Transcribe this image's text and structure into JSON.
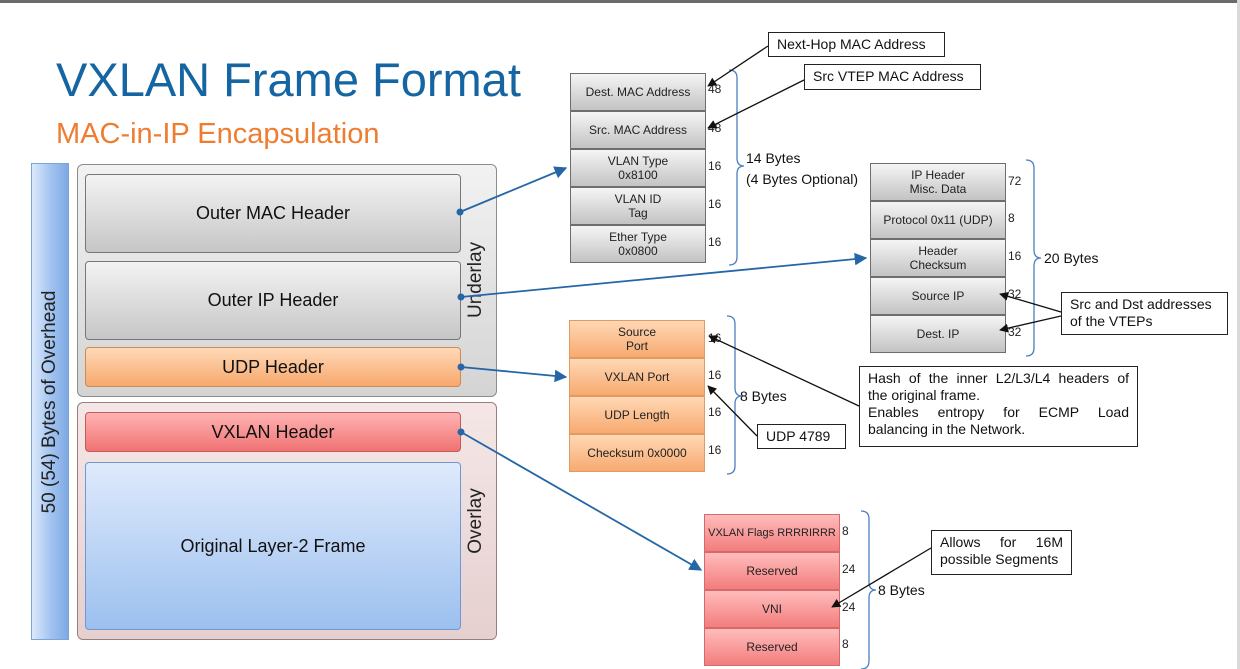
{
  "title": "VXLAN Frame Format",
  "subtitle": "MAC-in-IP Encapsulation",
  "overhead_label": "50 (54) Bytes of Overhead",
  "underlay_label": "Underlay",
  "overlay_label": "Overlay",
  "frame_blocks": {
    "outer_mac": "Outer MAC Header",
    "outer_ip": "Outer IP Header",
    "udp": "UDP Header",
    "vxlan": "VXLAN Header",
    "original": "Original Layer-2 Frame"
  },
  "mac_fields": [
    {
      "label": "Dest. MAC Address",
      "bits": "48"
    },
    {
      "label": "Src. MAC  Address",
      "bits": "48"
    },
    {
      "label": "VLAN Type\n0x8100",
      "bits": "16"
    },
    {
      "label": "VLAN ID\nTag",
      "bits": "16"
    },
    {
      "label": "Ether Type\n0x0800",
      "bits": "16"
    }
  ],
  "mac_size_line1": "14 Bytes",
  "mac_size_line2": "(4 Bytes Optional)",
  "ip_fields": [
    {
      "label": "IP Header\nMisc. Data",
      "bits": "72"
    },
    {
      "label": "Protocol 0x11 (UDP)",
      "bits": "8"
    },
    {
      "label": "Header\nChecksum",
      "bits": "16"
    },
    {
      "label": "Source IP",
      "bits": "32"
    },
    {
      "label": "Dest. IP",
      "bits": "32"
    }
  ],
  "ip_size": "20 Bytes",
  "udp_fields": [
    {
      "label": "Source\nPort",
      "bits": "16"
    },
    {
      "label": "VXLAN Port",
      "bits": "16"
    },
    {
      "label": "UDP Length",
      "bits": "16"
    },
    {
      "label": "Checksum 0x0000",
      "bits": "16"
    }
  ],
  "udp_size": "8 Bytes",
  "vxlan_fields": [
    {
      "label": "VXLAN Flags RRRRIRRR",
      "bits": "8"
    },
    {
      "label": "Reserved",
      "bits": "24"
    },
    {
      "label": "VNI",
      "bits": "24"
    },
    {
      "label": "Reserved",
      "bits": "8"
    }
  ],
  "vxlan_size": "8 Bytes",
  "callouts": {
    "next_hop_mac": "Next-Hop MAC Address",
    "src_vtep_mac": "Src VTEP MAC Address",
    "vtep_addresses_line1": "Src and Dst addresses",
    "vtep_addresses_line2": "of the VTEPs",
    "hash_line1": "Hash of the inner L2/L3/L4 headers of",
    "hash_line2": "the original frame.",
    "hash_line3": "Enables entropy for ECMP Load",
    "hash_line4": "balancing in the Network.",
    "udp_port": "UDP 4789",
    "segments_line1": "Allows for 16M",
    "segments_line2": "possible Segments"
  },
  "colors": {
    "title": "#1565a3",
    "subtitle": "#ee7d31",
    "connector": "#2466a6",
    "brace": "#4a7fc0"
  }
}
